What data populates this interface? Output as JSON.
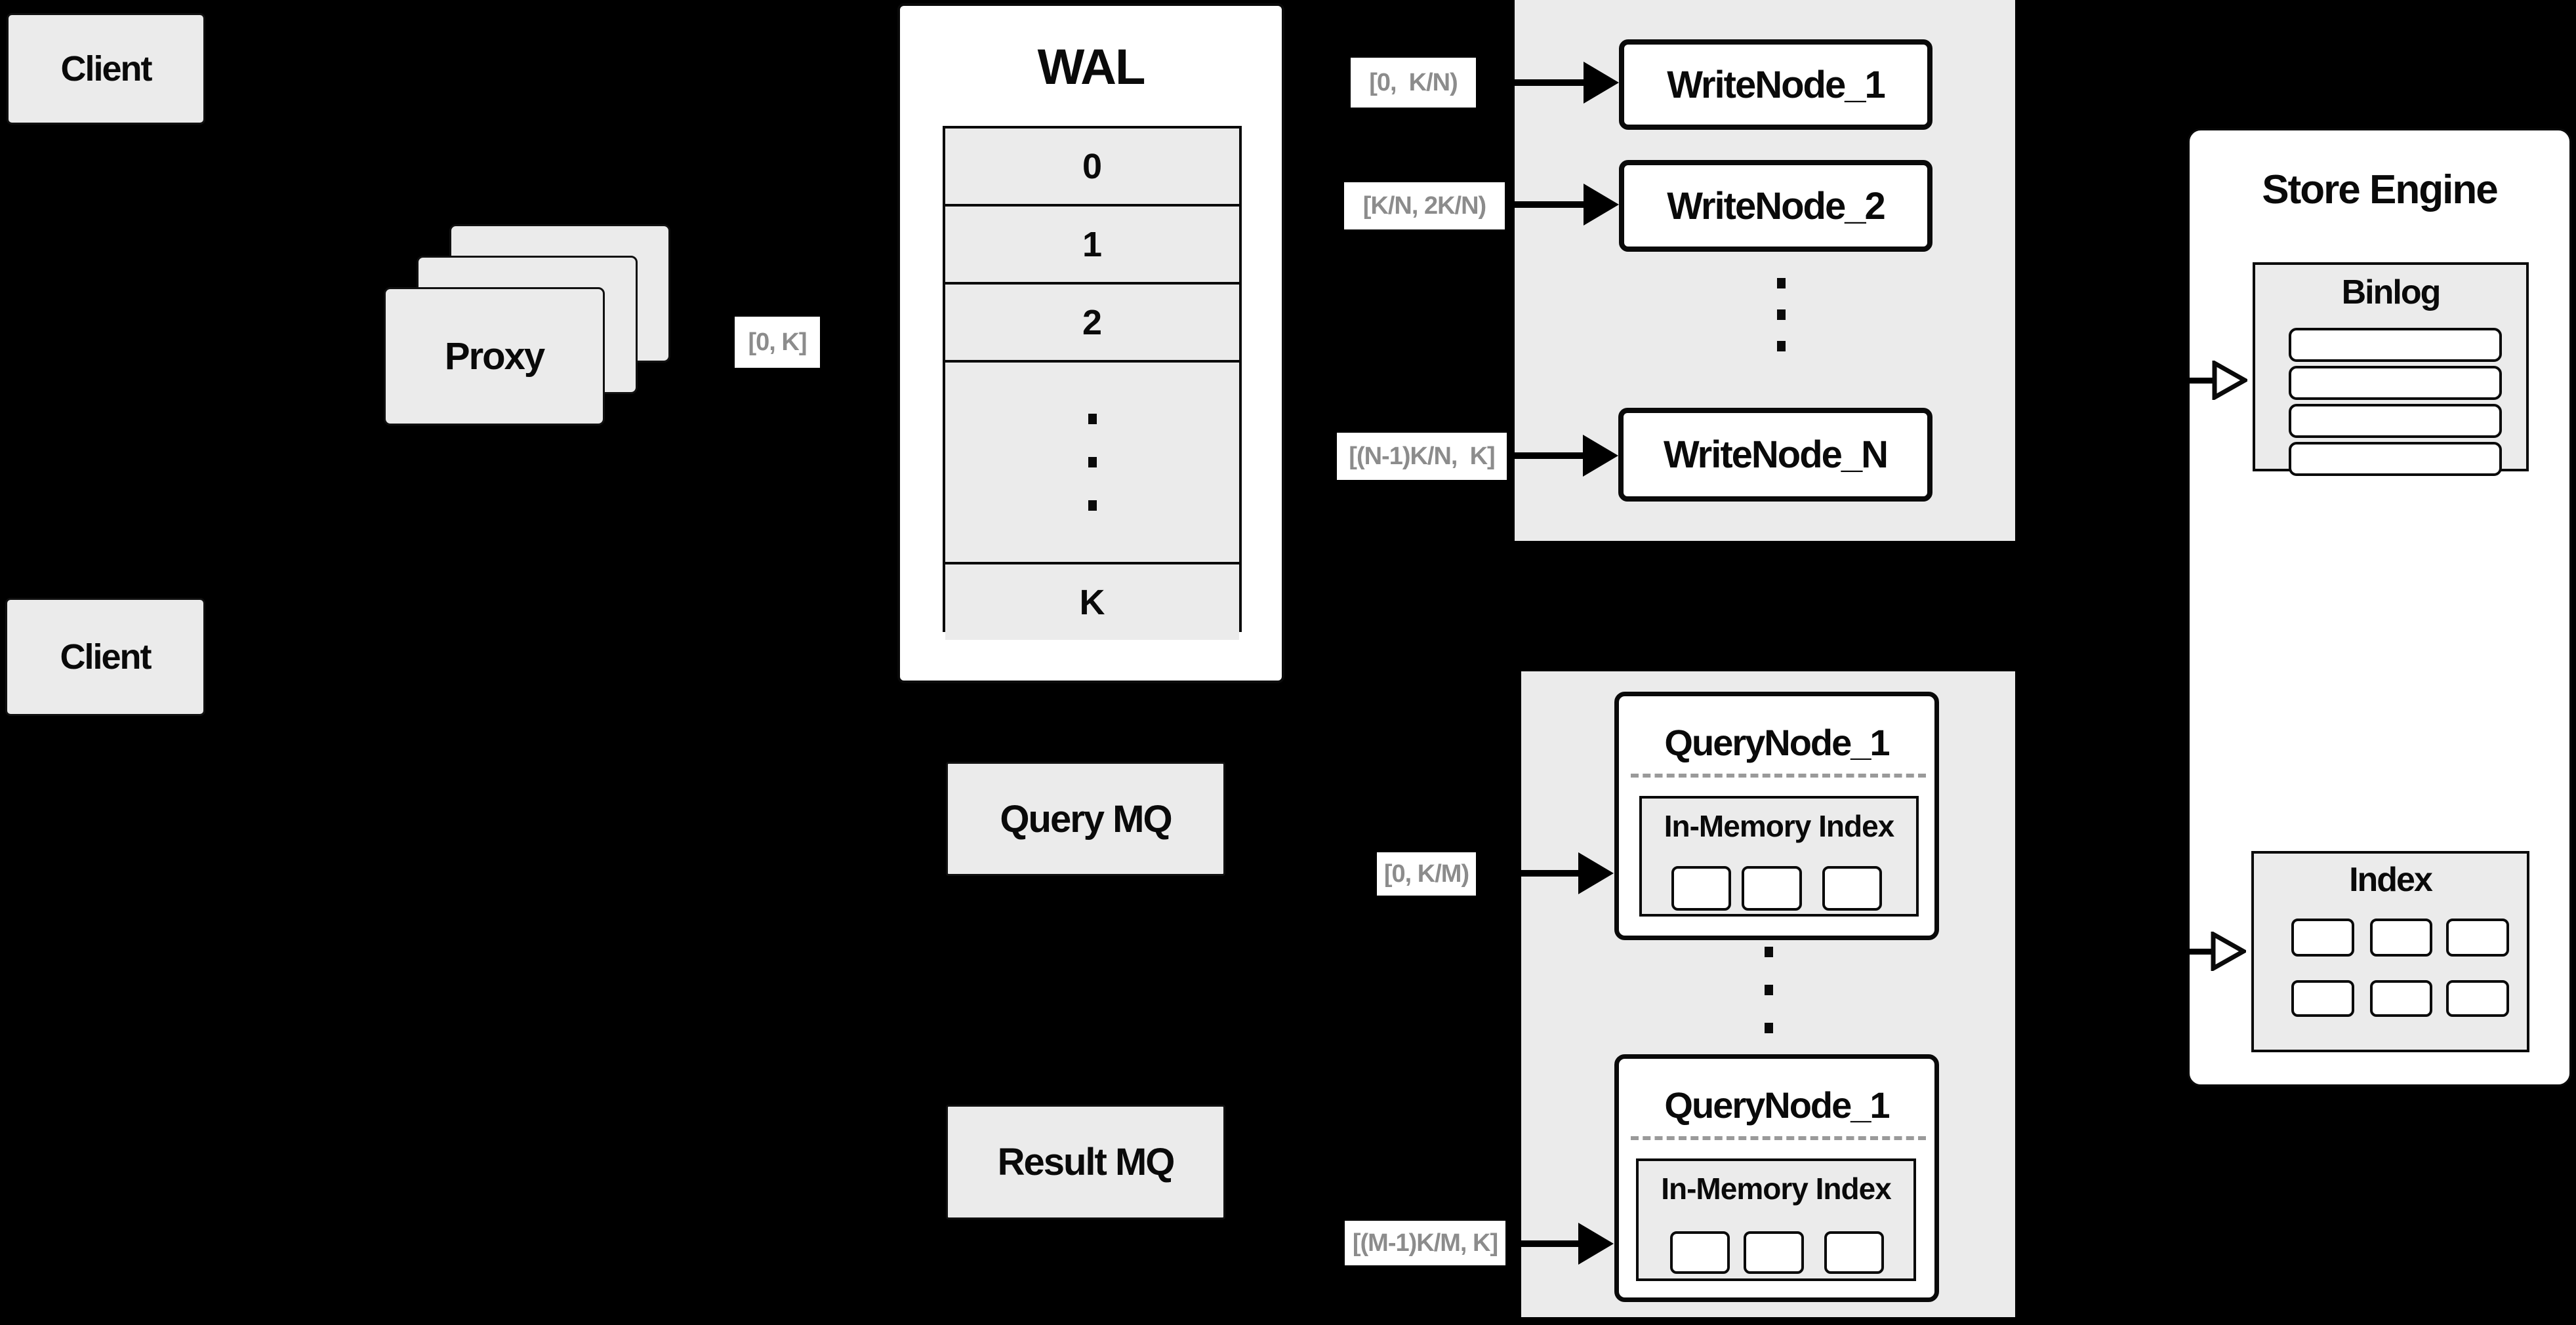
{
  "colors": {
    "background": "#000000",
    "panel_gray": "#ebebeb",
    "node_white": "#ffffff",
    "border_black": "#0a0a0a",
    "range_label_text": "#8c8c8c",
    "dashed_separator": "#9a9a9a"
  },
  "client_top": {
    "label": "Client"
  },
  "client_bottom": {
    "label": "Client"
  },
  "proxy": {
    "label": "Proxy",
    "range": "[0, K]"
  },
  "wal": {
    "title": "WAL",
    "segments": [
      "0",
      "1",
      "2"
    ],
    "last_segment": "K"
  },
  "write_cluster": {
    "nodes": [
      {
        "label": "WriteNode_1",
        "range": "[0,  K/N)"
      },
      {
        "label": "WriteNode_2",
        "range": "[K/N, 2K/N)"
      },
      {
        "label": "WriteNode_N",
        "range": "[(N-1)K/N,  K]"
      }
    ]
  },
  "mq": {
    "query": "Query MQ",
    "result": "Result MQ"
  },
  "query_cluster": {
    "nodes": [
      {
        "label": "QueryNode_1",
        "sub": "In-Memory Index",
        "range": "[0, K/M)"
      },
      {
        "label": "QueryNode_1",
        "sub": "In-Memory Index",
        "range": "[(M-1)K/M, K]"
      }
    ]
  },
  "store_engine": {
    "title": "Store Engine",
    "binlog": "Binlog",
    "index": "Index"
  }
}
